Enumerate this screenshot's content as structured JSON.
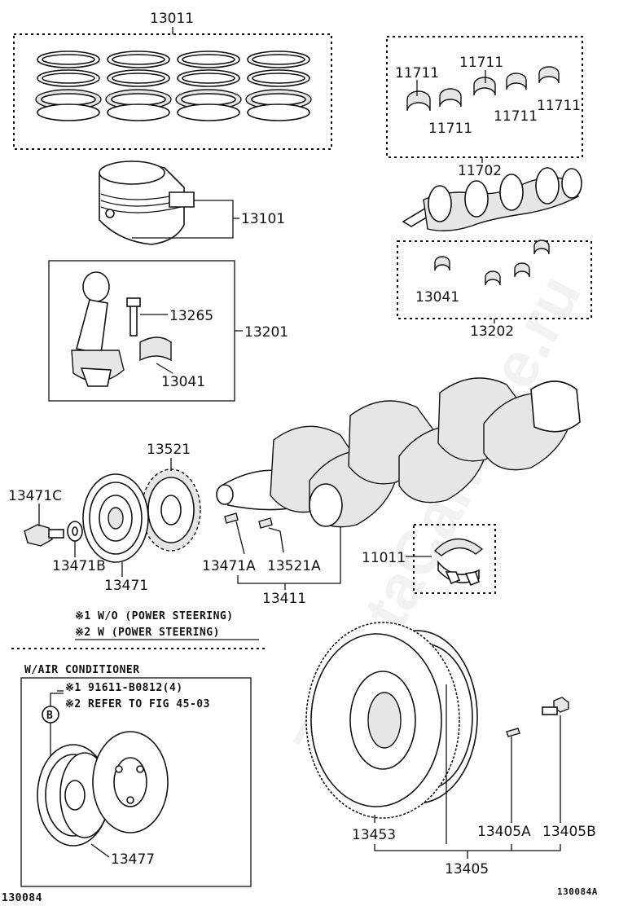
{
  "watermark": "ToyotaCarMine.ru",
  "labels": {
    "p13011": "13011",
    "p11711_a": "11711",
    "p11711_b": "11711",
    "p11711_c": "11711",
    "p11711_d": "11711",
    "p11711_e": "11711",
    "p11702": "11702",
    "p13101": "13101",
    "p13265": "13265",
    "p13201": "13201",
    "p13041_a": "13041",
    "p13041_b": "13041",
    "p13202": "13202",
    "p13521": "13521",
    "p13471C": "13471C",
    "p13471B": "13471B",
    "p13471": "13471",
    "p13471A": "13471A",
    "p13521A": "13521A",
    "p13411": "13411",
    "p11011": "11011",
    "p13453": "13453",
    "p13405A": "13405A",
    "p13405B": "13405B",
    "p13405": "13405",
    "p13477": "13477"
  },
  "notes": {
    "note1": "※1 W/O (POWER STEERING)",
    "note2": "※2 W (POWER STEERING)",
    "aircon_title": "W/AIR CONDITIONER",
    "ref1": "※1 91611-B0812(4)",
    "ref2": "※2 REFER TO FIG  45-03",
    "circle_b": "B"
  },
  "footer": {
    "left_code": "130084",
    "right_code": "130084A"
  }
}
